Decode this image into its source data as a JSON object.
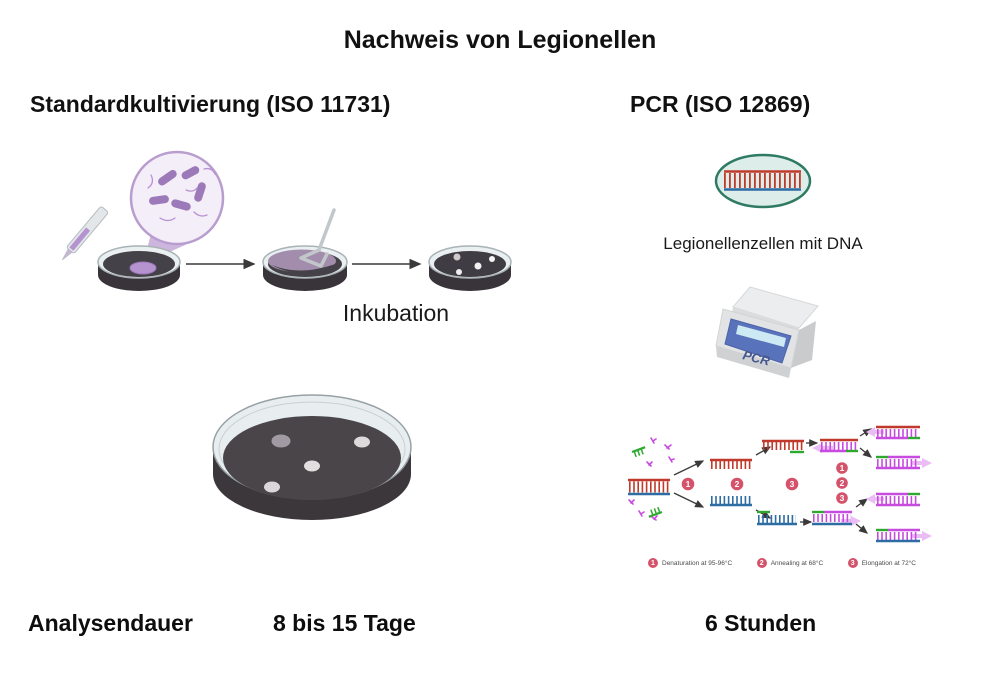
{
  "title": "Nachweis von Legionellen",
  "left_section": {
    "heading": "Standardkultivierung (ISO 11731)",
    "incubation_label": "Inkubation"
  },
  "right_section": {
    "heading": "PCR (ISO 12869)",
    "cell_label": "Legionellenzellen mit DNA",
    "machine_label": "PCR",
    "legend": {
      "items": [
        {
          "num": "1",
          "label": "Denaturation at 95-96°C"
        },
        {
          "num": "2",
          "label": "Annealing at 68°C"
        },
        {
          "num": "3",
          "label": "Elongation at 72°C"
        }
      ]
    }
  },
  "footer": {
    "label": "Analysendauer",
    "culture_duration": "8 bis 15 Tage",
    "pcr_duration": "6 Stunden"
  },
  "colors": {
    "strand_red": "#c0392b",
    "strand_blue": "#2e6da4",
    "primer_green": "#2ea82e",
    "new_strand_magenta": "#c84be0",
    "new_strand_light": "#eabdf5",
    "step_circle_pink": "#d4536b",
    "bacteria_purple": "#9c79b8",
    "cell_teal": "#2e7a63",
    "machine_panel_blue": "#5873bc",
    "agar_dark": "#454148"
  }
}
